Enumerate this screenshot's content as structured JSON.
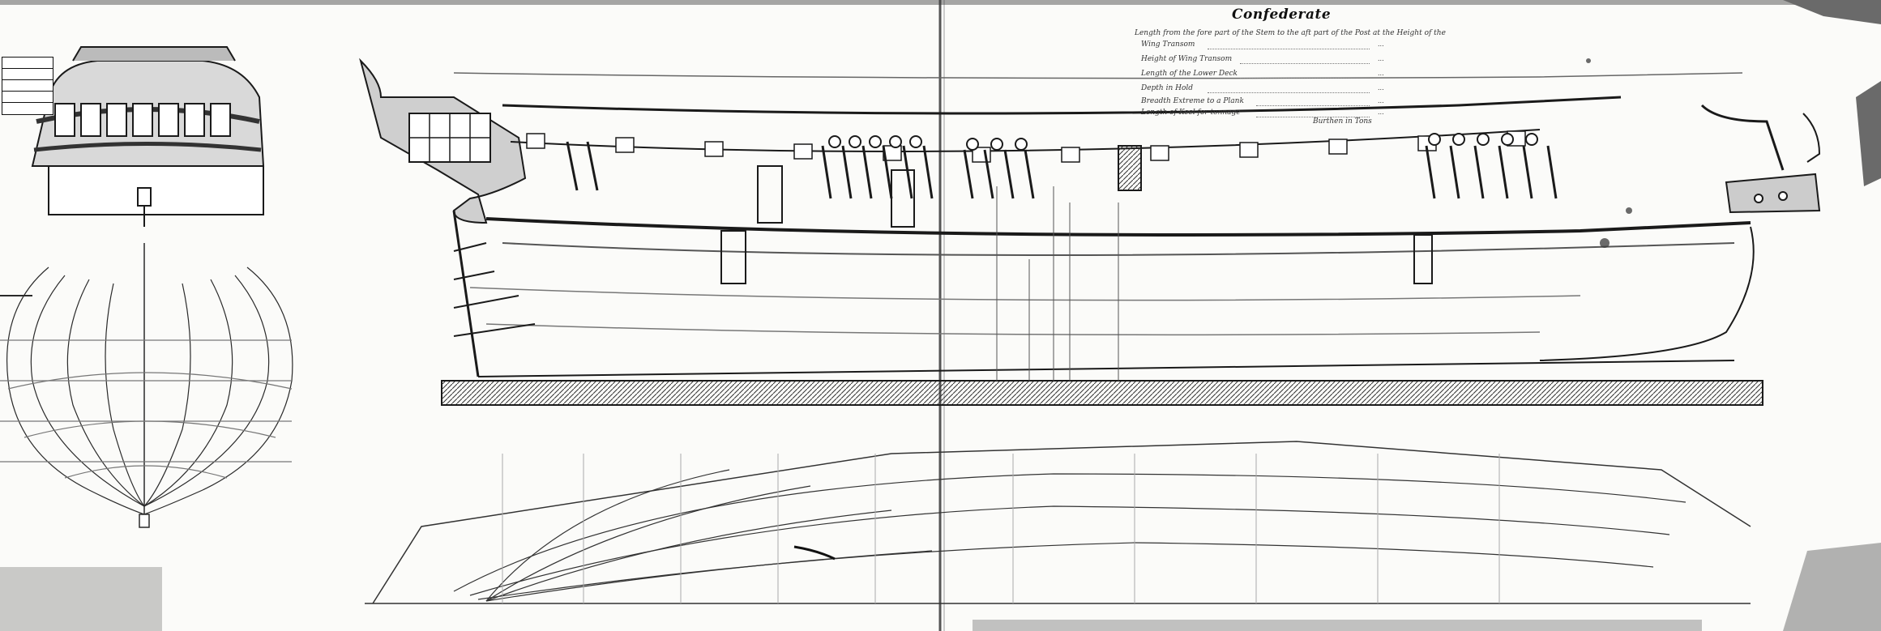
{
  "plan": {
    "title": "Confederate",
    "dimensions_heading": "Length from the fore part of the Stem to the aft part of the Post at the Height of the",
    "rows": [
      {
        "label": "Wing Transom",
        "value": "..."
      },
      {
        "label": "Height of Wing Transom",
        "value": "..."
      },
      {
        "label": "Length of the Lower Deck",
        "value": "..."
      },
      {
        "label": "Depth in Hold",
        "value": "..."
      },
      {
        "label": "Breadth Extreme to a Plank",
        "value": "..."
      },
      {
        "label": "Length of Keel for tonnage",
        "value": "..."
      }
    ],
    "tonnage_label": "Burthen in Tons"
  },
  "colors": {
    "paper": "#fbfbf9",
    "ink": "#1a1a1a",
    "faint_ink": "#8a8a8a",
    "stain": "#3a3a3a"
  }
}
